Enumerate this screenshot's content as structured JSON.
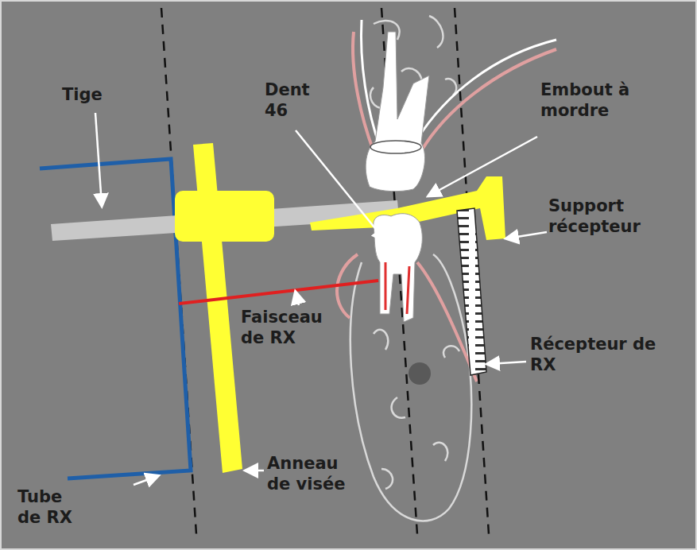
{
  "diagram": {
    "labels": [
      "Tige",
      "Dent 46",
      "Embout à mordre",
      "Support récepteur",
      "Faisceau de RX",
      "Récepteur de RX",
      "Tube de RX",
      "Anneau de visée"
    ]
  }
}
